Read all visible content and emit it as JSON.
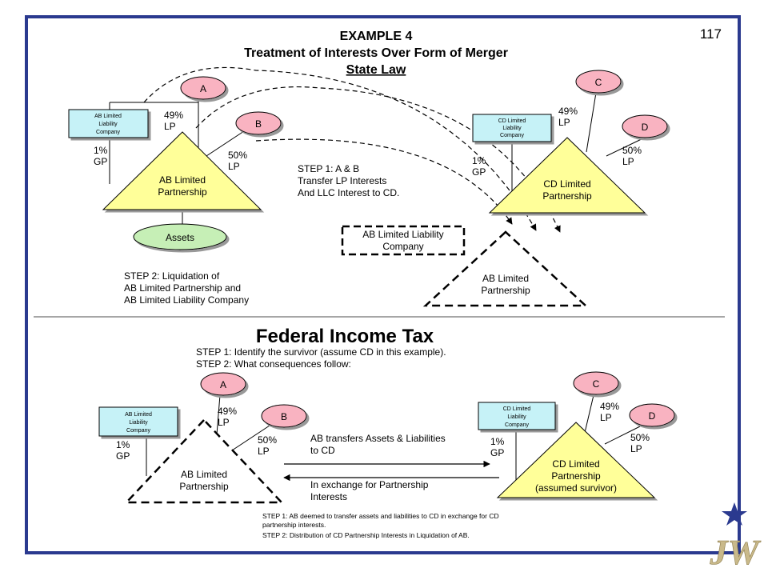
{
  "page_number": "117",
  "title": {
    "line1": "EXAMPLE 4",
    "line2": "Treatment of Interests Over Form of Merger",
    "line3": "State Law"
  },
  "state_law": {
    "a_label": "A",
    "b_label": "B",
    "c_label": "C",
    "d_label": "D",
    "ab_llc": [
      "AB Limited",
      "Liability",
      "Company"
    ],
    "cd_llc": [
      "CD Limited",
      "Liability",
      "Company"
    ],
    "ab_lp": [
      "AB Limited",
      "Partnership"
    ],
    "cd_lp": [
      "CD Limited",
      "Partnership"
    ],
    "a_pct": "49%",
    "a_type": "LP",
    "b_pct": "50%",
    "b_type": "LP",
    "ab_gp_pct": "1%",
    "ab_gp_type": "GP",
    "c_pct": "49%",
    "c_type": "LP",
    "d_pct": "50%",
    "d_type": "LP",
    "cd_gp_pct": "1%",
    "cd_gp_type": "GP",
    "assets_label": "Assets",
    "step1": [
      "STEP 1:  A & B",
      "Transfer LP Interests",
      "And LLC Interest to CD."
    ],
    "step2": [
      "STEP 2:  Liquidation of",
      "AB Limited Partnership and",
      "AB Limited Liability Company"
    ],
    "moved_llc": [
      "AB Limited Liability",
      "Company"
    ],
    "moved_lp": [
      "AB Limited",
      "Partnership"
    ]
  },
  "federal": {
    "heading": "Federal Income Tax",
    "step1": "STEP 1:  Identify the survivor (assume CD in this example).",
    "step2": "STEP 2:  What consequences follow:",
    "a_label": "A",
    "b_label": "B",
    "c_label": "C",
    "d_label": "D",
    "ab_llc": [
      "AB Limited",
      "Liability",
      "Company"
    ],
    "cd_llc": [
      "CD Limited",
      "Liability",
      "Company"
    ],
    "ab_lp": [
      "AB Limited",
      "Partnership"
    ],
    "cd_lp": [
      "CD Limited",
      "Partnership",
      "(assumed survivor)"
    ],
    "a_pct": "49%",
    "a_type": "LP",
    "b_pct": "50%",
    "b_type": "LP",
    "ab_gp_pct": "1%",
    "ab_gp_type": "GP",
    "c_pct": "49%",
    "c_type": "LP",
    "d_pct": "50%",
    "d_type": "LP",
    "cd_gp_pct": "1%",
    "cd_gp_type": "GP",
    "transfer_text": [
      "AB transfers Assets & Liabilities",
      "to CD"
    ],
    "exchange_text": [
      "In exchange for Partnership",
      "Interests"
    ],
    "footnote": [
      "STEP 1:  AB deemed to transfer assets and liabilities to CD in exchange for CD",
      "partnership interests.",
      "STEP 2:  Distribution of CD Partnership Interests in  Liquidation of AB."
    ]
  },
  "logo": {
    "letters": "JW",
    "star_color": "#2b3a8f",
    "letter_color": "#c9b98a"
  },
  "colors": {
    "frame": "#2b3a8f",
    "triangle_fill": "#ffff99",
    "llc_fill": "#c6f2f7",
    "partner_fill": "#f9b3c1",
    "assets_fill": "#c6efb6"
  }
}
